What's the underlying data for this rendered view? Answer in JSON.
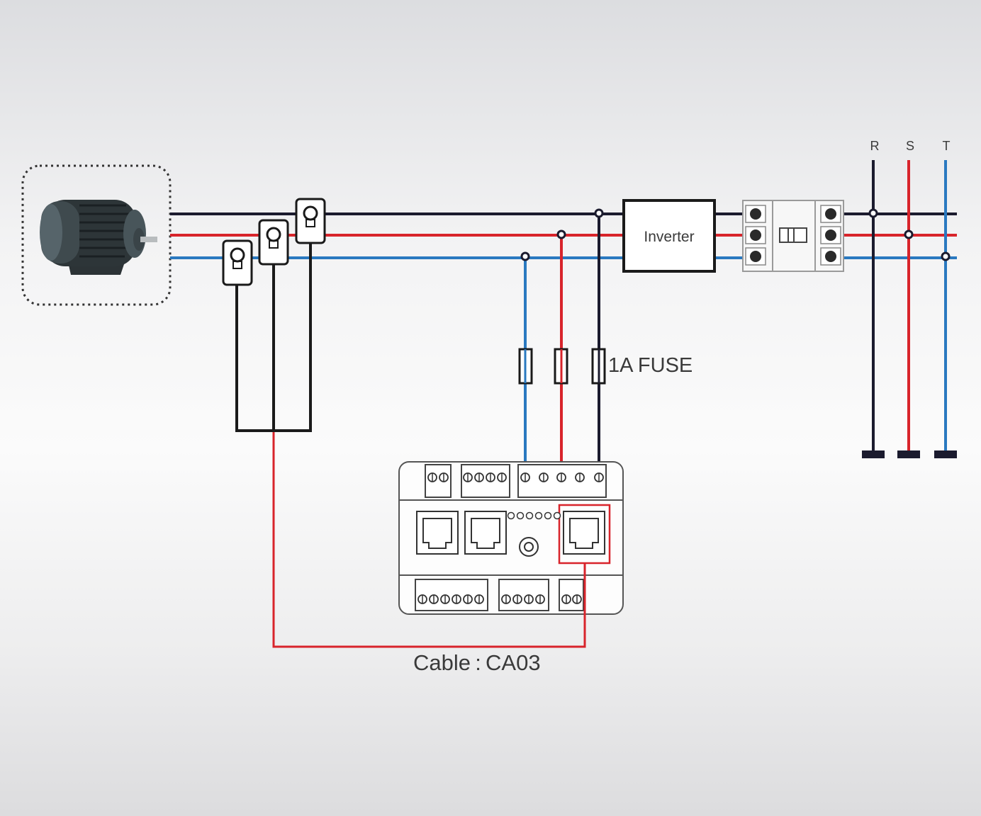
{
  "labels": {
    "inverter": "Inverter",
    "fuse": "1A FUSE",
    "cable": "Cable : CA03",
    "phase_r": "R",
    "phase_s": "S",
    "phase_t": "T"
  },
  "colors": {
    "phase_r": "#1b1b2e",
    "phase_s": "#d8242b",
    "phase_t": "#2a79c0",
    "ct_wire": "#1a1a1a",
    "cable": "#d8242b",
    "text": "#3a3a3a"
  },
  "icons": {
    "motor": "motor-icon",
    "current_transformer": "current-transformer-icon",
    "breaker": "breaker-icon",
    "meter": "power-meter-icon",
    "rj45": "rj45-port-icon"
  }
}
